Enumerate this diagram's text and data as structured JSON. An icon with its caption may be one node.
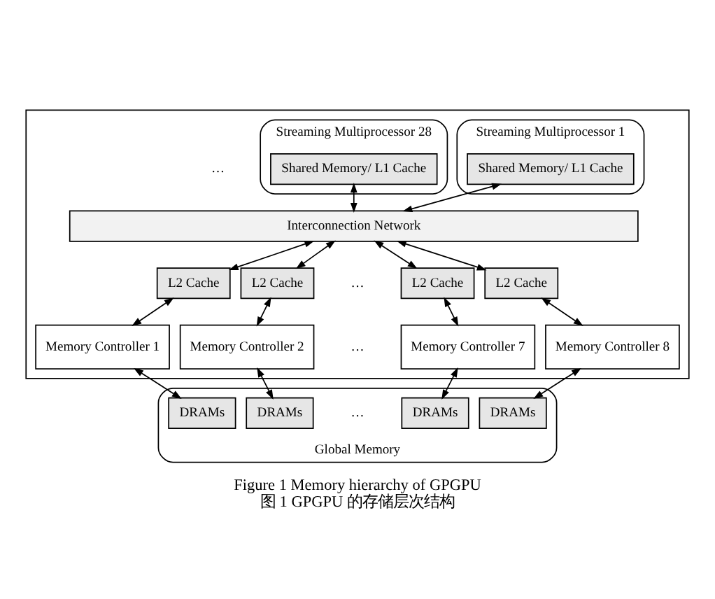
{
  "diagram": {
    "caption": "Figure 1 Memory hierarchy of GPGPU 图 1 GPGPU 的存储层次结构",
    "nodes": [
      {
        "text": [],
        "shape": "box"
      },
      {
        "text": [
          "Streaming Multiprocessor 1"
        ],
        "in": 0
      },
      {
        "text": [
          "Shared Memory/ L1 Cache"
        ],
        "in": 1
      },
      {
        "text": [
          "Streaming Multiprocessor 28"
        ],
        "in": 0
      },
      {
        "text": [
          "Shared Memory/ L1 Cache"
        ],
        "in": 3
      },
      {
        "text": [
          "Interconnection Network"
        ],
        "in": 0
      },
      {
        "text": [
          "L2 Cache"
        ],
        "in": 0
      },
      {
        "text": [
          "L2 Cache"
        ],
        "in": 0
      },
      {
        "text": [
          "L2 Cache"
        ],
        "in": 0
      },
      {
        "text": [
          "L2 Cache"
        ],
        "in": 0
      },
      {
        "text": [
          "Memory Controller 1"
        ],
        "in": 0
      },
      {
        "text": [
          "Memory Controller 2"
        ],
        "in": 0
      },
      {
        "text": [
          "Memory Controller 7"
        ],
        "in": 0
      },
      {
        "text": [
          "Memory Controller 8"
        ],
        "in": 0
      },
      {
        "text": [
          "Global Memory"
        ]
      },
      {
        "text": [
          "DRAMs"
        ],
        "in": 14
      },
      {
        "text": [
          "DRAMs"
        ],
        "in": 14
      },
      {
        "text": [
          "DRAMs"
        ],
        "in": 14
      },
      {
        "text": [
          "DRAMs"
        ],
        "in": 14
      }
    ],
    "edges": [
      {
        "from": 2,
        "to": 5,
        "arrow": "both"
      },
      {
        "from": 4,
        "to": 5,
        "arrow": "both"
      },
      {
        "from": 5,
        "to": 6,
        "arrow": "both"
      },
      {
        "from": 5,
        "to": 7,
        "arrow": "both"
      },
      {
        "from": 5,
        "to": 8,
        "arrow": "both"
      },
      {
        "from": 5,
        "to": 9,
        "arrow": "both"
      },
      {
        "from": 6,
        "to": 10,
        "arrow": "both"
      },
      {
        "from": 7,
        "to": 11,
        "arrow": "both"
      },
      {
        "from": 8,
        "to": 12,
        "arrow": "both"
      },
      {
        "from": 9,
        "to": 13,
        "arrow": "both"
      },
      {
        "from": 10,
        "to": 15,
        "arrow": "both"
      },
      {
        "from": 11,
        "to": 16,
        "arrow": "both"
      },
      {
        "from": 12,
        "to": 17,
        "arrow": "both"
      },
      {
        "from": 13,
        "to": 18,
        "arrow": "both"
      }
    ],
    "labels": [
      "…",
      "…",
      "…",
      "…"
    ]
  }
}
